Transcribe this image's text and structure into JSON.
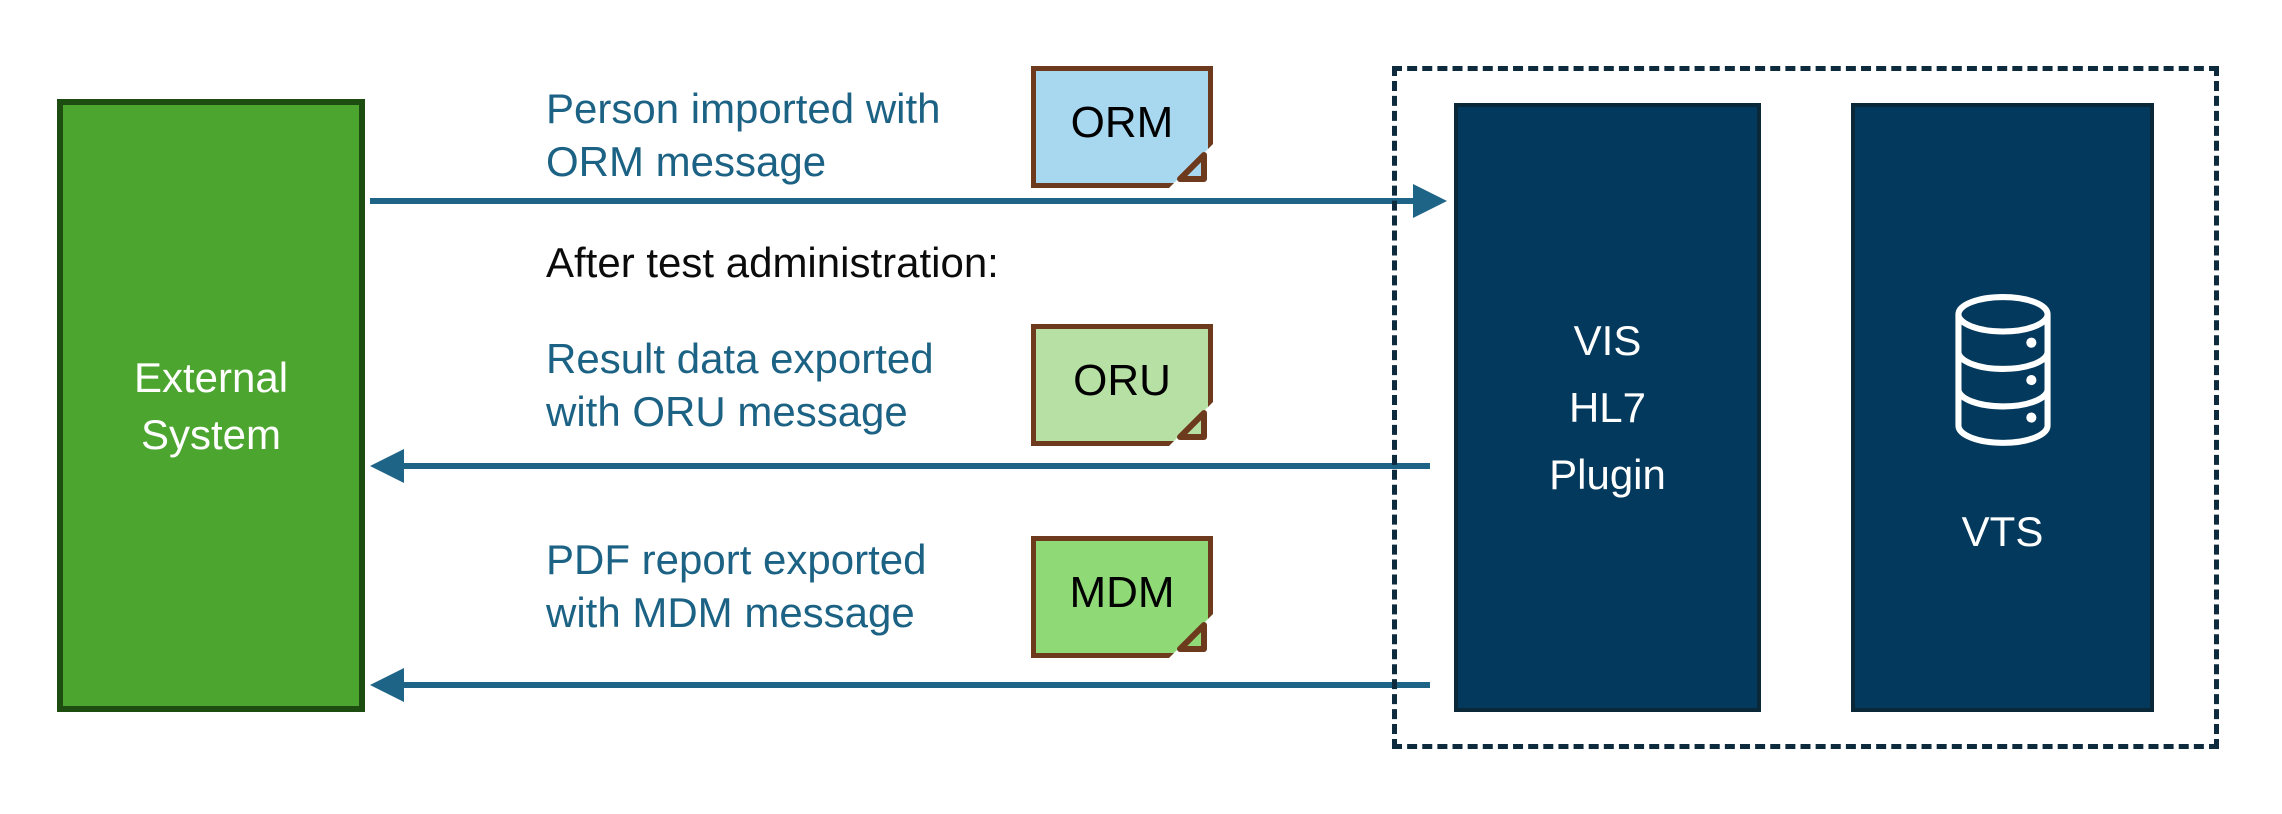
{
  "external_system": {
    "line1": "External",
    "line2": "System"
  },
  "section_heading": "After test administration:",
  "messages": [
    {
      "line1": "Person imported with",
      "line2": "ORM message",
      "note_label": "ORM",
      "direction": "external-to-plugin",
      "note_color": "#A8D8F0"
    },
    {
      "line1": "Result data exported",
      "line2": "with ORU message",
      "note_label": "ORU",
      "direction": "plugin-to-external",
      "note_color": "#B7E0A4"
    },
    {
      "line1": "PDF report exported",
      "line2": "with MDM message",
      "note_label": "MDM",
      "direction": "plugin-to-external",
      "note_color": "#8FD977"
    }
  ],
  "plugin_box": {
    "line1": "VIS",
    "line2": "HL7",
    "line3": "Plugin"
  },
  "vts_box": {
    "label": "VTS"
  },
  "colors": {
    "external_box_fill": "#4CA52F",
    "external_box_border": "#1E4D12",
    "navy_box_fill": "#03395C",
    "dashed_border": "#0E2B3E",
    "arrow": "#1D6486",
    "flow_label_text": "#1C6284",
    "note_border": "#6E3A1E"
  }
}
